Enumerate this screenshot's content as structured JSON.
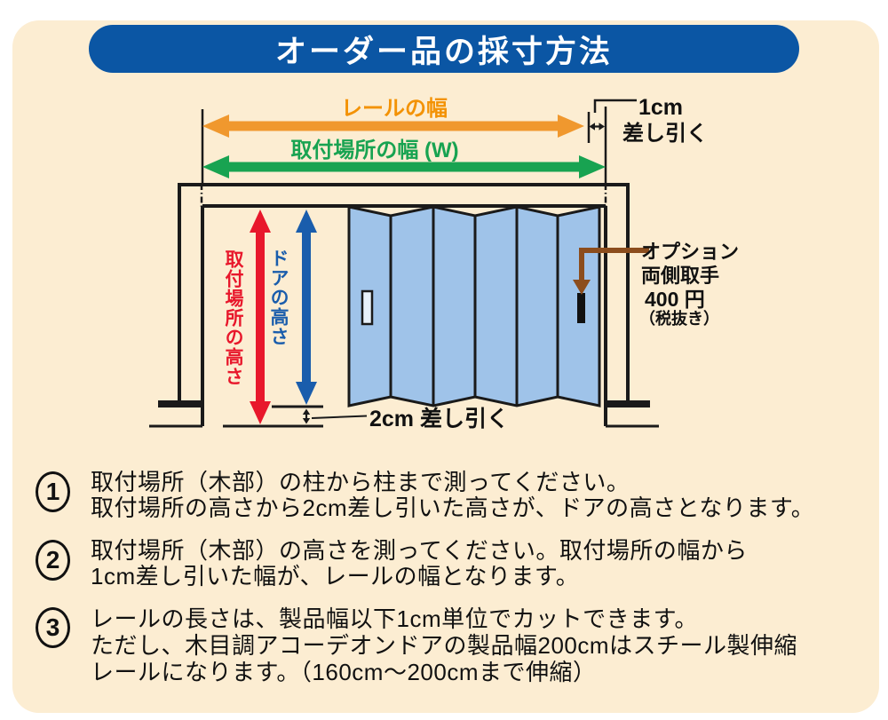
{
  "page": {
    "title": "オーダー品の採寸方法"
  },
  "diagram": {
    "labels": {
      "rail_width": "レールの幅",
      "install_width": "取付場所の幅 (W)",
      "subtract_1cm_value": "1cm",
      "subtract_1cm_word": "差し引く",
      "install_height": "取付場所の高さ",
      "door_height": "ドアの高さ",
      "subtract_2cm": "2cm 差し引く",
      "option_title": "オプション",
      "option_item": "両側取手",
      "option_price": "400 円",
      "option_tax_note": "（税抜き）"
    },
    "colors": {
      "background_cream": "#FCEDD2",
      "header_blue": "#0B56A4",
      "rail_orange": "#F0982E",
      "install_green": "#18A351",
      "height_red": "#E8172B",
      "door_height_blue": "#1A5DAC",
      "door_panel_blue": "#9FC3E9",
      "handle_brown": "#8C4D1D",
      "line_black": "#1A1A1A"
    }
  },
  "instructions": [
    {
      "number": "1",
      "lines": [
        "取付場所（木部）の柱から柱まで測ってください。",
        "取付場所の高さから2cm差し引いた高さが、ドアの高さとなります。"
      ]
    },
    {
      "number": "2",
      "lines": [
        "取付場所（木部）の高さを測ってください。取付場所の幅から",
        "1cm差し引いた幅が、レールの幅となります。"
      ]
    },
    {
      "number": "3",
      "lines": [
        "レールの長さは、製品幅以下1cm単位でカットできます。",
        "ただし、木目調アコーデオンドアの製品幅200cmはスチール製伸縮",
        "レールになります。（160cm～200cmまで伸縮）"
      ]
    }
  ]
}
